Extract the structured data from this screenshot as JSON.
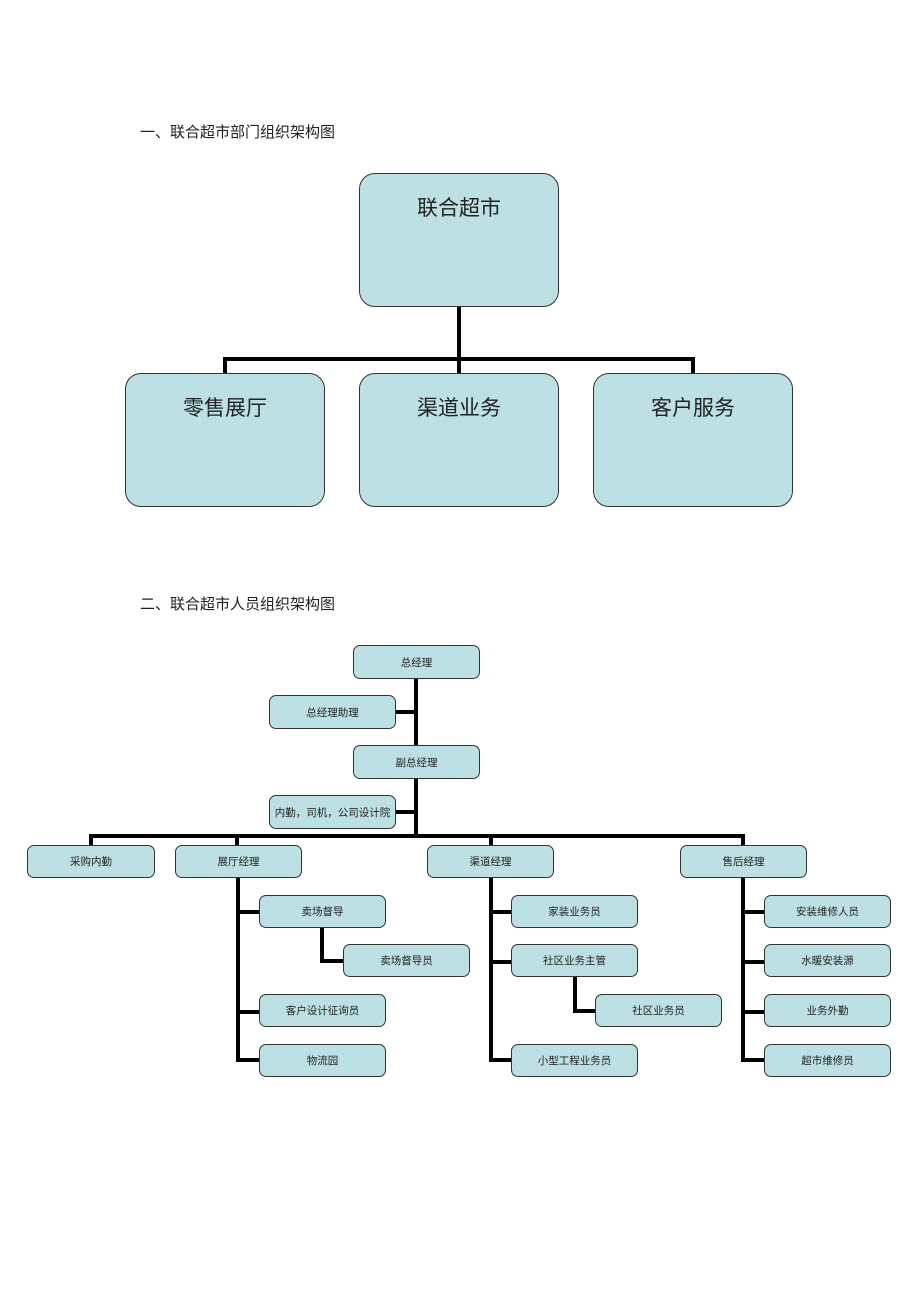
{
  "section1": {
    "heading": "一、联合超市部门组织架构图",
    "root": "联合超市",
    "departments": [
      "零售展厅",
      "渠道业务",
      "客户服务"
    ]
  },
  "section2": {
    "heading": "二、联合超市人员组织架构图",
    "general_manager": "总经理",
    "gm_assistant": "总经理助理",
    "deputy_gm": "副总经理",
    "support_staff": "内勤，司机，公司设计院",
    "managers": [
      {
        "label": "采购内勤",
        "children": []
      },
      {
        "label": "展厅经理",
        "children": [
          {
            "label": "卖场督导",
            "sub": [
              "卖场督导员"
            ]
          },
          {
            "label": "客户设计征询员",
            "sub": []
          },
          {
            "label": "物流园",
            "sub": []
          }
        ]
      },
      {
        "label": "渠道经理",
        "children": [
          {
            "label": "家装业务员",
            "sub": []
          },
          {
            "label": "社区业务主管",
            "sub": [
              "社区业务员"
            ]
          },
          {
            "label": "小型工程业务员",
            "sub": []
          }
        ]
      },
      {
        "label": "售后经理",
        "children": [
          {
            "label": "安装维修人员",
            "sub": []
          },
          {
            "label": "水暖安装源",
            "sub": []
          },
          {
            "label": "业务外勤",
            "sub": []
          },
          {
            "label": "超市维修员",
            "sub": []
          }
        ]
      }
    ]
  },
  "colors": {
    "box_fill": "#bce0e3",
    "box_border": "#333333",
    "connector": "#000000"
  }
}
